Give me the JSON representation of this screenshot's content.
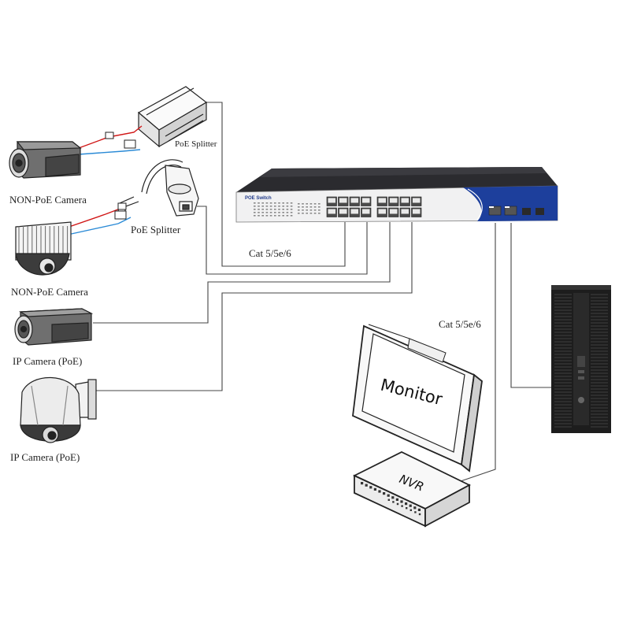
{
  "labels": {
    "poe_splitter_1": "PoE Splitter",
    "poe_splitter_2": "PoE Splitter",
    "non_poe_camera_1": "NON-PoE Camera",
    "non_poe_camera_2": "NON-PoE Camera",
    "ip_camera_1": "IP Camera (PoE)",
    "ip_camera_2": "IP Camera (PoE)",
    "cable_left": "Cat 5/5e/6",
    "cable_right": "Cat 5/5e/6",
    "switch_name": "POE Switch",
    "monitor": "Monitor",
    "nvr": "NVR"
  },
  "colors": {
    "cable": "#444444",
    "power_red": "#d01515",
    "data_blue": "#2a8ad6",
    "switch_blue": "#1d3f9c",
    "switch_top": "#2b2b2f"
  }
}
